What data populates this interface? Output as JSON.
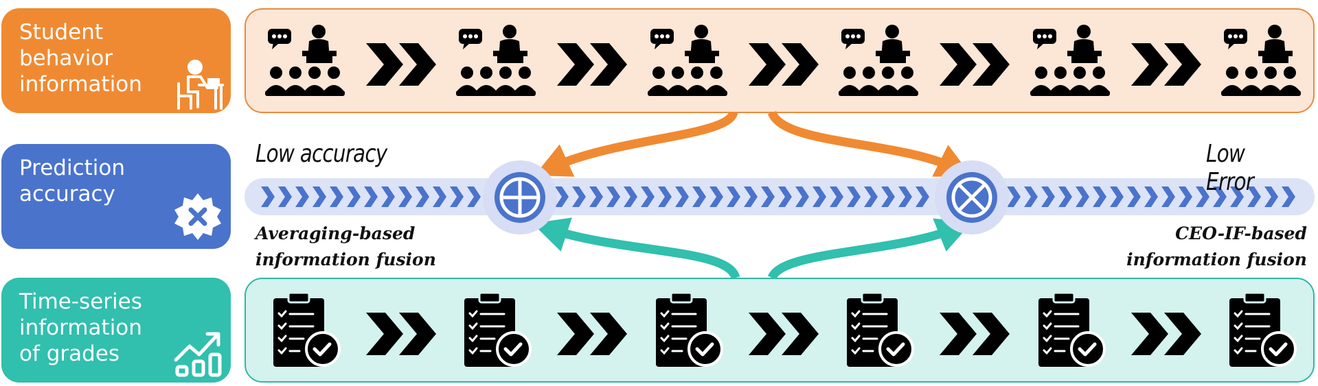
{
  "left_labels": [
    {
      "text": "Student\nbehavior\ninformation",
      "icon": "student-desk-icon",
      "color": "#F08A32"
    },
    {
      "text": "Prediction\naccuracy",
      "icon": "error-badge-icon",
      "color": "#4A73CC"
    },
    {
      "text": "Time-series\ninformation\nof grades",
      "icon": "growth-chart-icon",
      "color": "#31BFAE"
    }
  ],
  "behavior_row": {
    "icon": "classroom-lecture-icon",
    "count": 6,
    "fill": "#FCE6D6",
    "border": "#E98A3C"
  },
  "grades_row": {
    "icon": "clipboard-checklist-icon",
    "count": 6,
    "fill": "#D4F2EE",
    "border": "#2DB9A6"
  },
  "pipeline": {
    "left_heading": "Low accuracy",
    "right_heading": "Low Error",
    "fusion_left": {
      "symbol": "plus-circle",
      "caption": "Averaging-based\ninformation fusion"
    },
    "fusion_right": {
      "symbol": "times-circle",
      "caption": "CEO-IF-based\ninformation fusion"
    },
    "track_color": "#DCE3F6",
    "chevron_color": "#4A73CC"
  },
  "arrow_colors": {
    "behavior": "#F08A32",
    "grades": "#31BFAE"
  }
}
